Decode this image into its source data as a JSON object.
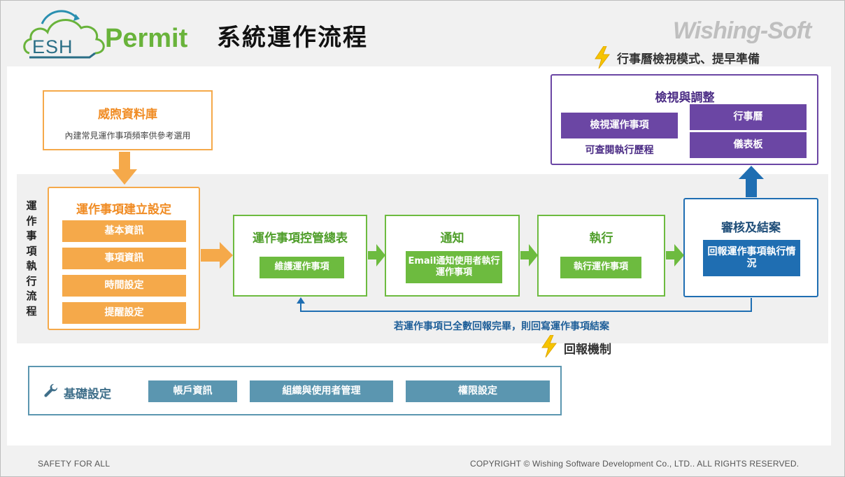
{
  "header": {
    "logo_esh": "ESH",
    "logo_permit": "Permit",
    "title": "系統運作流程",
    "brand": "Wishing-Soft",
    "calendar_note": "行事曆檢視模式、提早準備"
  },
  "library": {
    "title": "威煦資料庫",
    "desc": "內建常見運作事項頻率供參考選用"
  },
  "setup": {
    "title": "運作事項建立設定",
    "items": [
      "基本資訊",
      "事項資訊",
      "時間設定",
      "提醒設定"
    ]
  },
  "side_label": "運作事項執行流程",
  "control": {
    "title": "運作事項控管總表",
    "action": "維護運作事項"
  },
  "notify": {
    "title": "通知",
    "action": "Email通知使用者執行運作事項"
  },
  "execute": {
    "title": "執行",
    "action": "執行運作事項"
  },
  "review": {
    "title": "審核及結案",
    "action": "回報運作事項執行情況"
  },
  "view": {
    "title": "檢視與調整",
    "view_btn": "檢視運作事項",
    "history": "可查閱執行歷程",
    "calendar_btn": "行事曆",
    "dashboard_btn": "儀表板"
  },
  "feedback": {
    "text": "若運作事項已全數回報完畢，則回寫運作事項結案",
    "label": "回報機制"
  },
  "basic": {
    "title": "基礎設定",
    "items": [
      "帳戶資訊",
      "組織與使用者管理",
      "權限設定"
    ]
  },
  "footer": {
    "left": "SAFETY FOR ALL",
    "right": "COPYRIGHT © Wishing Software Development Co., LTD.. ALL RIGHTS RESERVED."
  },
  "colors": {
    "orange": "#f5a94a",
    "green": "#6dbb3f",
    "blue": "#1f6eb2",
    "purple": "#6b46a4",
    "steel": "#5b96b0"
  }
}
